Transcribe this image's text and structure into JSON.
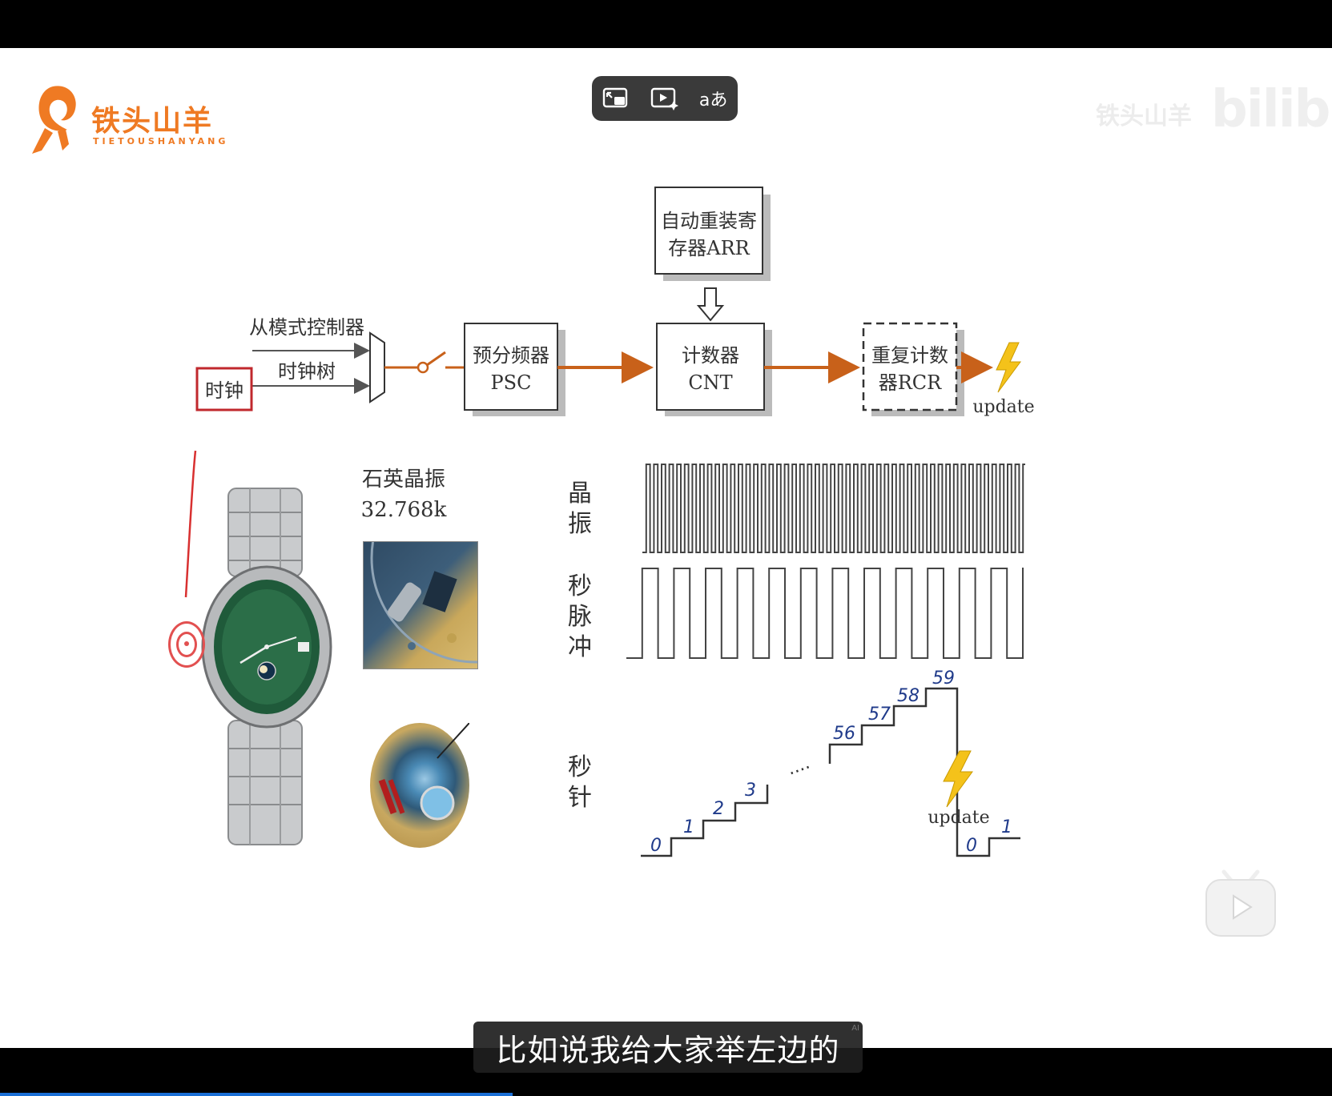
{
  "logo": {
    "cn": "铁头山羊",
    "en": "TIETOUSHANYANG"
  },
  "watermark": {
    "cn": "铁头山羊",
    "site": "bilibili"
  },
  "toolbar": {
    "translate_label": "aあ"
  },
  "diagram": {
    "arr_box": [
      "自动重装寄",
      "存器ARR"
    ],
    "slave_mode": "从模式控制器",
    "clock_tree": "时钟树",
    "clock": "时钟",
    "psc_box": [
      "预分频器",
      "PSC"
    ],
    "cnt_box": [
      "计数器",
      "CNT"
    ],
    "rcr_box": [
      "重复计数",
      "器RCR"
    ],
    "update": "update"
  },
  "left_panel": {
    "crystal_label": "石英晶振",
    "crystal_freq": "32.768k"
  },
  "waveforms": {
    "crystal_label": [
      "晶",
      "振"
    ],
    "pulse_label": [
      "秒",
      "脉",
      "冲"
    ],
    "hand_label": [
      "秒",
      "针"
    ]
  },
  "counter_steps": {
    "values": [
      "0",
      "1",
      "2",
      "3",
      "56",
      "57",
      "58",
      "59"
    ],
    "ellipsis": "....",
    "update": "update",
    "after_update": [
      "0",
      "1"
    ]
  },
  "subtitle": {
    "text": "比如说我给大家举左边的",
    "ai": "AI"
  },
  "colors": {
    "accent_orange": "#c8611a",
    "logo_orange": "#ef7a23",
    "clock_red": "#c0282d",
    "bolt_yellow": "#f4c21a"
  }
}
